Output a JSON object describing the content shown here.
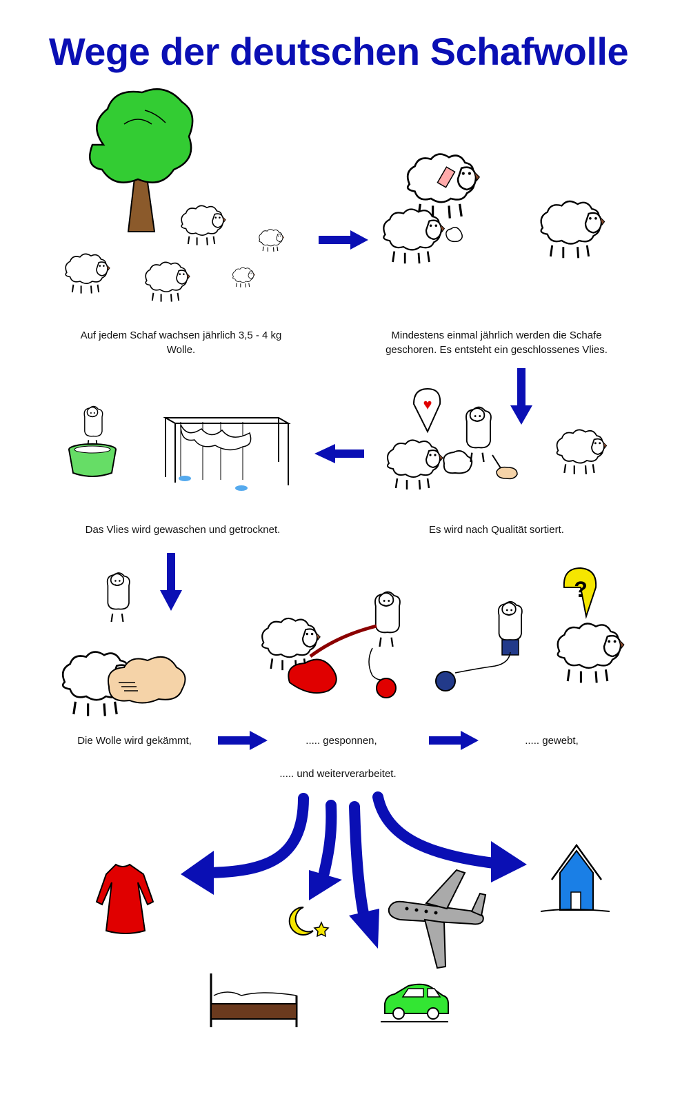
{
  "title": "Wege der deutschen Schafwolle",
  "colors": {
    "arrow": "#0a0fb4",
    "title": "#0a0fb4",
    "tree": "#33cc33",
    "trunk": "#8b5a2b",
    "wash_tub": "#66dd66",
    "water": "#55aaee",
    "yarn_red": "#e00000",
    "yarn_blue": "#223a8a",
    "fleece": "#f5d3a8",
    "dress": "#e00000",
    "moon": "#f5e600",
    "plane": "#aaaaaa",
    "house": "#1a7fe6",
    "car": "#33e633",
    "bed": "#6b3a1e"
  },
  "steps": [
    {
      "id": "grow",
      "caption": "Auf jedem Schaf wachsen jährlich 3,5 - 4 kg Wolle."
    },
    {
      "id": "shear",
      "caption": "Mindestens einmal jährlich werden die Schafe geschoren. Es entsteht ein geschlossenes Vlies."
    },
    {
      "id": "sort",
      "caption": "Es wird nach Qualität sortiert."
    },
    {
      "id": "wash",
      "caption": "Das Vlies wird gewaschen und getrocknet."
    },
    {
      "id": "comb",
      "caption": "Die Wolle wird gekämmt,"
    },
    {
      "id": "spin",
      "caption": "..... gesponnen,"
    },
    {
      "id": "weave",
      "caption": "..... gewebt,"
    },
    {
      "id": "process",
      "caption": "..... und weiterverarbeitet."
    }
  ],
  "products": [
    {
      "id": "clothing",
      "icon": "dress-icon"
    },
    {
      "id": "night",
      "icon": "moon-star-icon"
    },
    {
      "id": "bed",
      "icon": "bed-icon"
    },
    {
      "id": "airplane",
      "icon": "airplane-icon"
    },
    {
      "id": "car",
      "icon": "car-icon"
    },
    {
      "id": "house",
      "icon": "house-icon"
    }
  ],
  "marks": {
    "heart": "♥",
    "question": "?"
  }
}
